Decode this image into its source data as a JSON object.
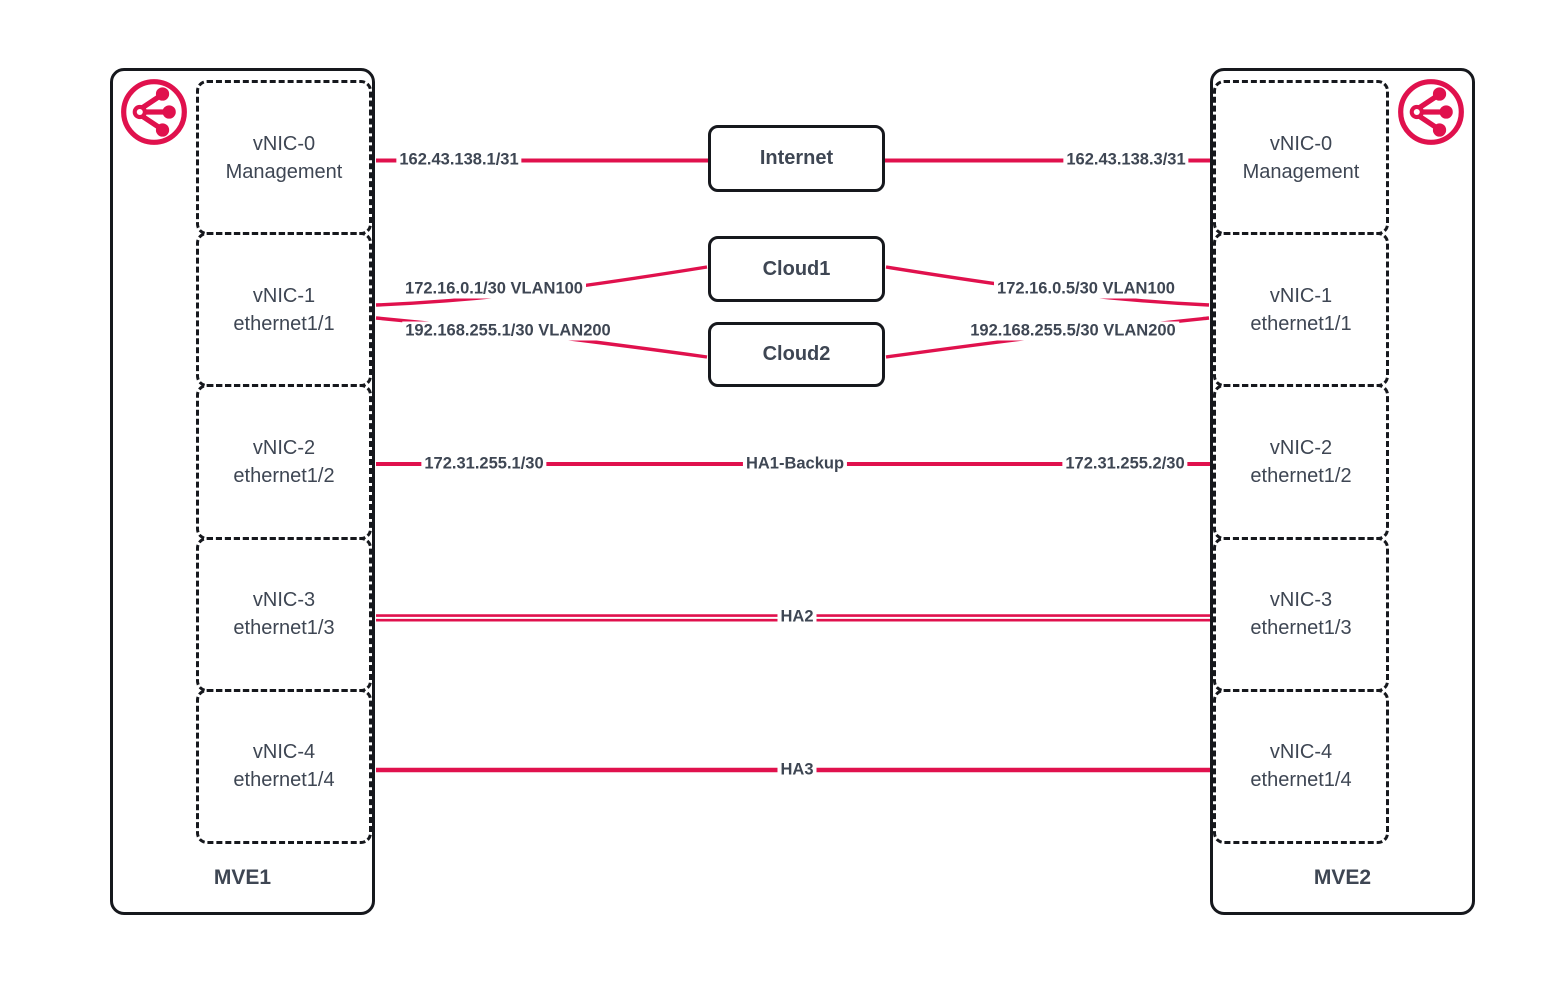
{
  "diagram": {
    "type": "network-topology",
    "accent_color": "#e0114d",
    "border_color": "#16181d",
    "text_color": "#3e4653",
    "background_color": "#ffffff"
  },
  "mve1": {
    "label": "MVE1",
    "icon": "network-node-icon",
    "vnics": [
      {
        "name": "vNIC-0",
        "interface": "Management"
      },
      {
        "name": "vNIC-1",
        "interface": "ethernet1/1"
      },
      {
        "name": "vNIC-2",
        "interface": "ethernet1/2"
      },
      {
        "name": "vNIC-3",
        "interface": "ethernet1/3"
      },
      {
        "name": "vNIC-4",
        "interface": "ethernet1/4"
      }
    ]
  },
  "mve2": {
    "label": "MVE2",
    "icon": "network-node-icon",
    "vnics": [
      {
        "name": "vNIC-0",
        "interface": "Management"
      },
      {
        "name": "vNIC-1",
        "interface": "ethernet1/1"
      },
      {
        "name": "vNIC-2",
        "interface": "ethernet1/2"
      },
      {
        "name": "vNIC-3",
        "interface": "ethernet1/3"
      },
      {
        "name": "vNIC-4",
        "interface": "ethernet1/4"
      }
    ]
  },
  "nodes": {
    "internet": {
      "label": "Internet"
    },
    "cloud1": {
      "label": "Cloud1"
    },
    "cloud2": {
      "label": "Cloud2"
    }
  },
  "links": {
    "internet_left_ip": "162.43.138.1/31",
    "internet_right_ip": "162.43.138.3/31",
    "cloud1_left_ip": "172.16.0.1/30 VLAN100",
    "cloud1_right_ip": "172.16.0.5/30 VLAN100",
    "cloud2_left_ip": "192.168.255.1/30 VLAN200",
    "cloud2_right_ip": "192.168.255.5/30 VLAN200",
    "ha1_left_ip": "172.31.255.1/30",
    "ha1_label": "HA1-Backup",
    "ha1_right_ip": "172.31.255.2/30",
    "ha2_label": "HA2",
    "ha3_label": "HA3"
  }
}
